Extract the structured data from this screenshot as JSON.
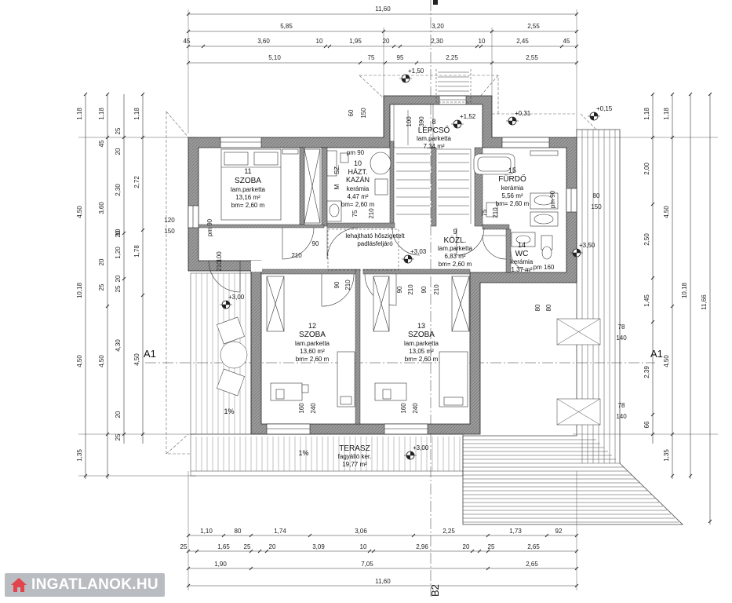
{
  "dims": {
    "top": [
      {
        "label": "11,60"
      },
      {
        "label": "5,85"
      },
      {
        "label": "3,20"
      },
      {
        "label": "2,55"
      },
      {
        "label": "45"
      },
      {
        "label": "3,60"
      },
      {
        "label": "10"
      },
      {
        "label": "1,95"
      },
      {
        "label": "20"
      },
      {
        "label": "2,30"
      },
      {
        "label": "10"
      },
      {
        "label": "2,45"
      },
      {
        "label": "45"
      },
      {
        "label": "5,10"
      },
      {
        "label": "75"
      },
      {
        "label": "95"
      },
      {
        "label": "2,25"
      },
      {
        "label": "2,55"
      }
    ],
    "bottom": [
      {
        "label": "1,10"
      },
      {
        "label": "80"
      },
      {
        "label": "1,74"
      },
      {
        "label": "3,06"
      },
      {
        "label": "2,25"
      },
      {
        "label": "1,73"
      },
      {
        "label": "92"
      },
      {
        "label": "25"
      },
      {
        "label": "1,65"
      },
      {
        "label": "25"
      },
      {
        "label": "20"
      },
      {
        "label": "3,09"
      },
      {
        "label": "10"
      },
      {
        "label": "2,96"
      },
      {
        "label": "20"
      },
      {
        "label": "25"
      },
      {
        "label": "2,65"
      },
      {
        "label": "1,90"
      },
      {
        "label": "7,05"
      },
      {
        "label": "2,65"
      },
      {
        "label": "11,60"
      }
    ],
    "left": [
      {
        "label": "10,18"
      },
      {
        "label": "1,18"
      },
      {
        "label": "4,50"
      },
      {
        "label": "4,50"
      },
      {
        "label": "1,35"
      },
      {
        "label": "1,18"
      },
      {
        "label": "45"
      },
      {
        "label": "3,60"
      },
      {
        "label": "20"
      },
      {
        "label": "1,20"
      },
      {
        "label": "20"
      },
      {
        "label": "25"
      },
      {
        "label": "4,50"
      },
      {
        "label": "20"
      },
      {
        "label": "25"
      },
      {
        "label": "25"
      },
      {
        "label": "20"
      },
      {
        "label": "2,30"
      },
      {
        "label": "10"
      },
      {
        "label": "20"
      },
      {
        "label": "25"
      },
      {
        "label": "4,30"
      },
      {
        "label": "1,18"
      },
      {
        "label": "2,72"
      },
      {
        "label": "1,78"
      },
      {
        "label": "4,50"
      }
    ],
    "right": [
      {
        "label": "1,18"
      },
      {
        "label": "2,00"
      },
      {
        "label": "2,50"
      },
      {
        "label": "1,45"
      },
      {
        "label": "2,39"
      },
      {
        "label": "66"
      },
      {
        "label": "1,18"
      },
      {
        "label": "4,50"
      },
      {
        "label": "4,50"
      },
      {
        "label": "1,35"
      },
      {
        "label": "10,18"
      },
      {
        "label": "11,66"
      }
    ]
  },
  "axes": {
    "a1_left": "A1",
    "a1_right": "A1",
    "b2_bottom": "B2"
  },
  "rooms": [
    {
      "num": "11",
      "name": "SZOBA",
      "floor": "lam.parketta",
      "area": "13,16 m²",
      "height": "bm= 2,60 m"
    },
    {
      "num": "10",
      "name": "HÁZT.\nKAZÁN",
      "floor": "kerámia",
      "area": "4,47 m²",
      "height": "bm= 2,60 m"
    },
    {
      "num": "8",
      "name": "LÉPCSŐ",
      "floor": "lam.parketta",
      "area": "7,34 m²",
      "height": ""
    },
    {
      "num": "15",
      "name": "FÜRDŐ",
      "floor": "kerámia",
      "area": "5,56 m²",
      "height": "bm= 2,60 m"
    },
    {
      "num": "9",
      "name": "KÖZL.",
      "floor": "lam.parketta",
      "area": "6,83 m²",
      "height": "bm= 2,60 m"
    },
    {
      "num": "14",
      "name": "WC",
      "floor": "kerámia",
      "area": "1,37 m²",
      "height": ""
    },
    {
      "num": "12",
      "name": "SZOBA",
      "floor": "lam.parketta",
      "area": "13,60 m²",
      "height": "bm= 2,60 m"
    },
    {
      "num": "13",
      "name": "SZOBA",
      "floor": "lam.parketta",
      "area": "13,05 m²",
      "height": "bm= 2,60 m"
    },
    {
      "num": "",
      "name": "TERASZ",
      "floor": "fagyálló ker.",
      "area": "19,77 m²",
      "height": ""
    }
  ],
  "levels": [
    "+1,50",
    "+1,52",
    "+0,31",
    "+0,15",
    "+3,03",
    "+3,50",
    "+3,00",
    "+3,00"
  ],
  "notes": {
    "hatch": "lehajtható hőszigetelt\npadlásfeljáró",
    "slope1": "1%",
    "slope2": "1%",
    "sz": "SZ.",
    "m": "M"
  },
  "openings": [
    "pm 90",
    "90",
    "210",
    "75",
    "210",
    "pm 90",
    "120",
    "150",
    "90",
    "210",
    "100",
    "210",
    "90",
    "210",
    "90",
    "210",
    "75",
    "210",
    "80",
    "150",
    "pm 90",
    "pm 160",
    "60",
    "150",
    "100",
    "390",
    "160",
    "240",
    "160",
    "240",
    "78",
    "140",
    "78",
    "140",
    "80",
    "80"
  ],
  "logo": {
    "text": "INGATLANOK.HU",
    "icon": "house-icon"
  },
  "colors": {
    "wall": "#8e8e8e",
    "line": "#222222",
    "logo_bg": "#b9bcc1"
  }
}
